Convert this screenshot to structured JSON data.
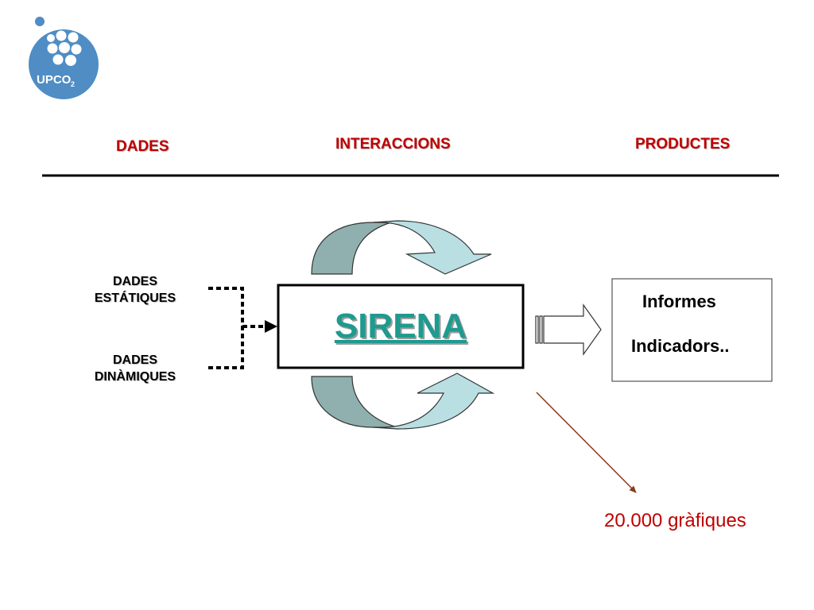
{
  "logo": {
    "text": "UPCO",
    "subscript": "2",
    "color": "#4f8dc4"
  },
  "columns": {
    "dades": "DADES",
    "interaccions": "INTERACCIONS",
    "productes": "PRODUCTES"
  },
  "inputs": {
    "static_line1": "DADES",
    "static_line2": "ESTÁTIQUES",
    "dynamic_line1": "DADES",
    "dynamic_line2": "DINÀMIQUES"
  },
  "center": {
    "title": "SIRENA"
  },
  "outputs": {
    "line1": "Informes",
    "line2": "Indicadors.."
  },
  "note": {
    "text": "20.000 gràfiques"
  },
  "colors": {
    "header_red": "#c00000",
    "sirena_teal": "#1f9a8f",
    "cycle_arrow_dark": "#8fb0ae",
    "cycle_arrow_light": "#b9dfe3",
    "note_line": "#8b3a1a"
  }
}
